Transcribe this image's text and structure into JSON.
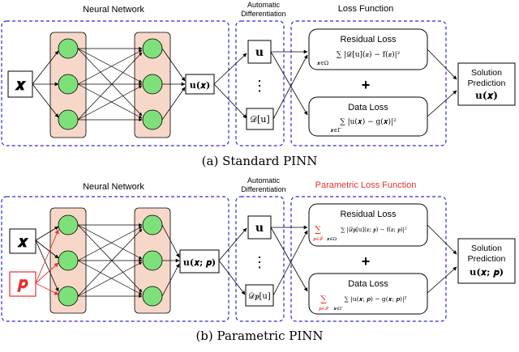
{
  "colors": {
    "dashed_border": "#2a2ad8",
    "layer_fill": "#f6d7c8",
    "node_fill": "#7ee07a",
    "red_accent": "#e53030"
  },
  "standard": {
    "section_nn": "Neural Network",
    "section_ad_line1": "Automatic",
    "section_ad_line2": "Differentiation",
    "section_loss": "Loss Function",
    "input_x": "𝒙",
    "output_u": "u(𝒙)",
    "ad_u": "u",
    "ad_dots": "⋮",
    "ad_Du": "𝒟[u]",
    "residual_title": "Residual Loss",
    "residual_formula": "∑ |𝒟[u](𝒙) − f(𝒙)|²",
    "residual_sub": "𝒙∈Ω",
    "plus": "+",
    "data_title": "Data Loss",
    "data_formula": "∑ |u(𝒙) − g(𝒙)|²",
    "data_sub": "𝒙∈Γ",
    "solution_line1": "Solution",
    "solution_line2": "Prediction",
    "solution_line3": "u(𝒙)",
    "caption": "(a) Standard PINN"
  },
  "parametric": {
    "section_nn": "Neural Network",
    "section_ad_line1": "Automatic",
    "section_ad_line2": "Differentiation",
    "section_loss": "Parametric Loss Function",
    "input_x": "𝒙",
    "input_p": "𝒑",
    "output_u": "u(𝒙; 𝒑)",
    "ad_u": "u",
    "ad_dots": "⋮",
    "ad_Du": "𝒟𝒑[u]",
    "residual_title": "Residual Loss",
    "residual_sum_p": "∑",
    "residual_sum_p_sub": "𝒑∈𝒫",
    "residual_formula": "∑ |𝒟𝒑[u](𝒙; 𝒑) − f(𝒙; 𝒑)|²",
    "residual_sub": "𝒙∈Ω",
    "plus": "+",
    "data_title": "Data Loss",
    "data_sum_p": "∑",
    "data_sum_p_sub": "𝒑∈𝒫",
    "data_formula": "∑ |u(𝒙; 𝒑) − g(𝒙; 𝒑)|²",
    "data_sub": "𝒙∈Γ",
    "solution_line1": "Solution",
    "solution_line2": "Prediction",
    "solution_line3": "u(𝒙; 𝒑)",
    "caption": "(b) Parametric PINN"
  }
}
